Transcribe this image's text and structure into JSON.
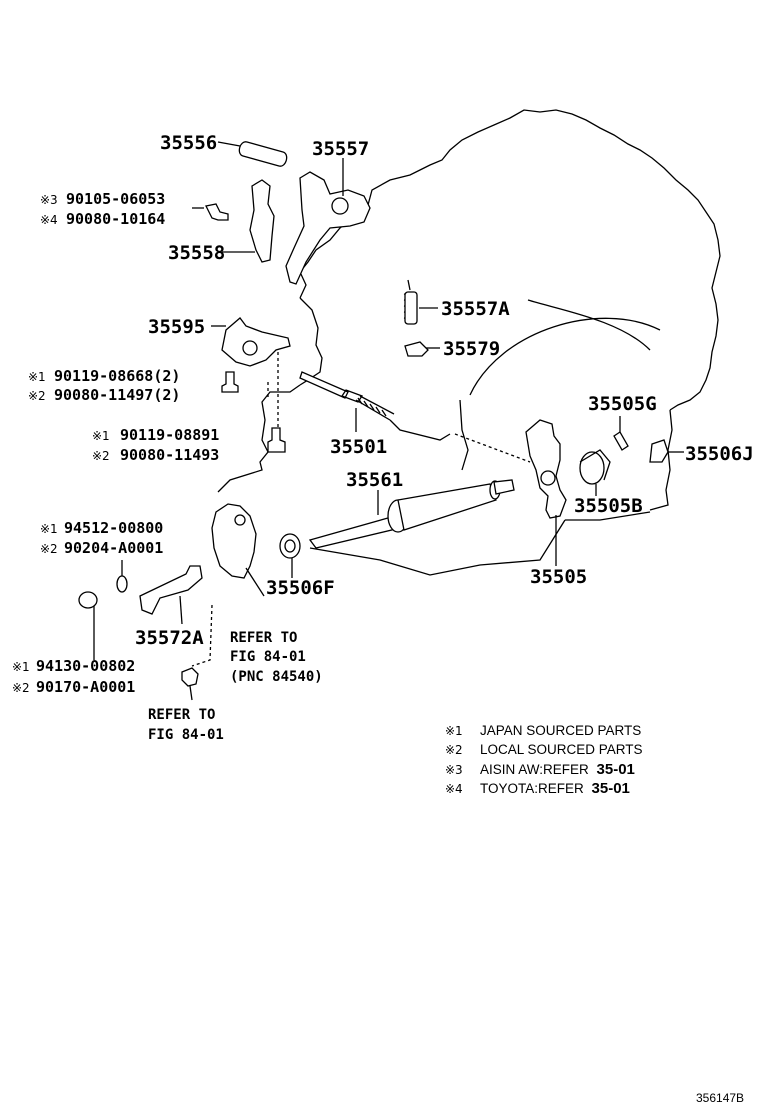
{
  "parts": {
    "p35556": "35556",
    "p35557": "35557",
    "p35558": "35558",
    "p35595": "35595",
    "p35557A": "35557A",
    "p35579": "35579",
    "p35501": "35501",
    "p35561": "35561",
    "p35505G": "35505G",
    "p35506J": "35506J",
    "p35505B": "35505B",
    "p35505": "35505",
    "p35506F": "35506F",
    "p35572A": "35572A"
  },
  "bolts": {
    "b1_mark": "※3",
    "b1_num": "90105-06053",
    "b2_mark": "※4",
    "b2_num": "90080-10164",
    "b3_mark": "※1",
    "b3_num": "90119-08668(2)",
    "b4_mark": "※2",
    "b4_num": "90080-11497(2)",
    "b5_mark": "※1",
    "b5_num": "90119-08891",
    "b6_mark": "※2",
    "b6_num": "90080-11493",
    "b7_mark": "※1",
    "b7_num": "94512-00800",
    "b8_mark": "※2",
    "b8_num": "90204-A0001",
    "b9_mark": "※1",
    "b9_num": "94130-00802",
    "b10_mark": "※2",
    "b10_num": "90170-A0001"
  },
  "refers": {
    "r1_l1": "REFER TO",
    "r1_l2": "FIG 84-01",
    "r1_l3": "(PNC 84540)",
    "r2_l1": "REFER TO",
    "r2_l2": "FIG 84-01"
  },
  "legend": [
    {
      "mark": "※1",
      "text": "JAPAN SOURCED PARTS",
      "bold": ""
    },
    {
      "mark": "※2",
      "text": "LOCAL SOURCED PARTS",
      "bold": ""
    },
    {
      "mark": "※3",
      "text": "AISIN AW:REFER ",
      "bold": "35-01"
    },
    {
      "mark": "※4",
      "text": "TOYOTA:REFER ",
      "bold": "35-01"
    }
  ],
  "diagram_number": "356147B"
}
